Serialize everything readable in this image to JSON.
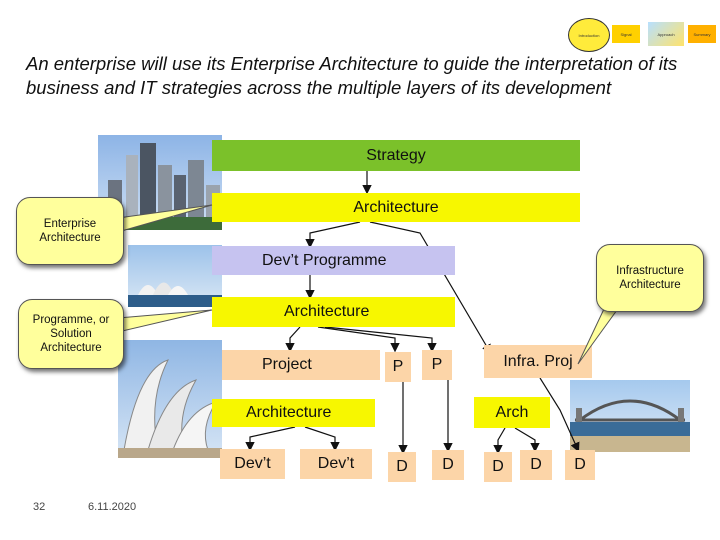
{
  "nav": {
    "items": [
      "Introduction",
      "Signal",
      "Approach",
      "Summary"
    ]
  },
  "title": "An enterprise will use its Enterprise Architecture to guide the interpretation of its business and IT strategies across the multiple layers of its development",
  "diagram": {
    "strategy": "Strategy",
    "ea_architecture": "Architecture",
    "devt_programme": "Dev’t Programme",
    "prog_architecture": "Architecture",
    "project": "Project",
    "p1": "P",
    "p2": "P",
    "infra_proj": "Infra. Proj",
    "proj_architecture": "Architecture",
    "arch": "Arch",
    "devt1": "Dev’t",
    "devt2": "Dev’t",
    "d1": "D",
    "d2": "D",
    "d3": "D",
    "d4": "D",
    "d5": "D"
  },
  "callouts": {
    "enterprise": "Enterprise Architecture",
    "programme": "Programme, or Solution Architecture",
    "infrastructure": "Infrastructure Architecture"
  },
  "footer": {
    "page": "32",
    "date": "6.11.2020"
  },
  "colors": {
    "yellow": "#f7f700",
    "green": "#7bc12a",
    "purple": "#c6c3f0",
    "peach": "#fcd5a8",
    "callout": "#ffff9c"
  }
}
